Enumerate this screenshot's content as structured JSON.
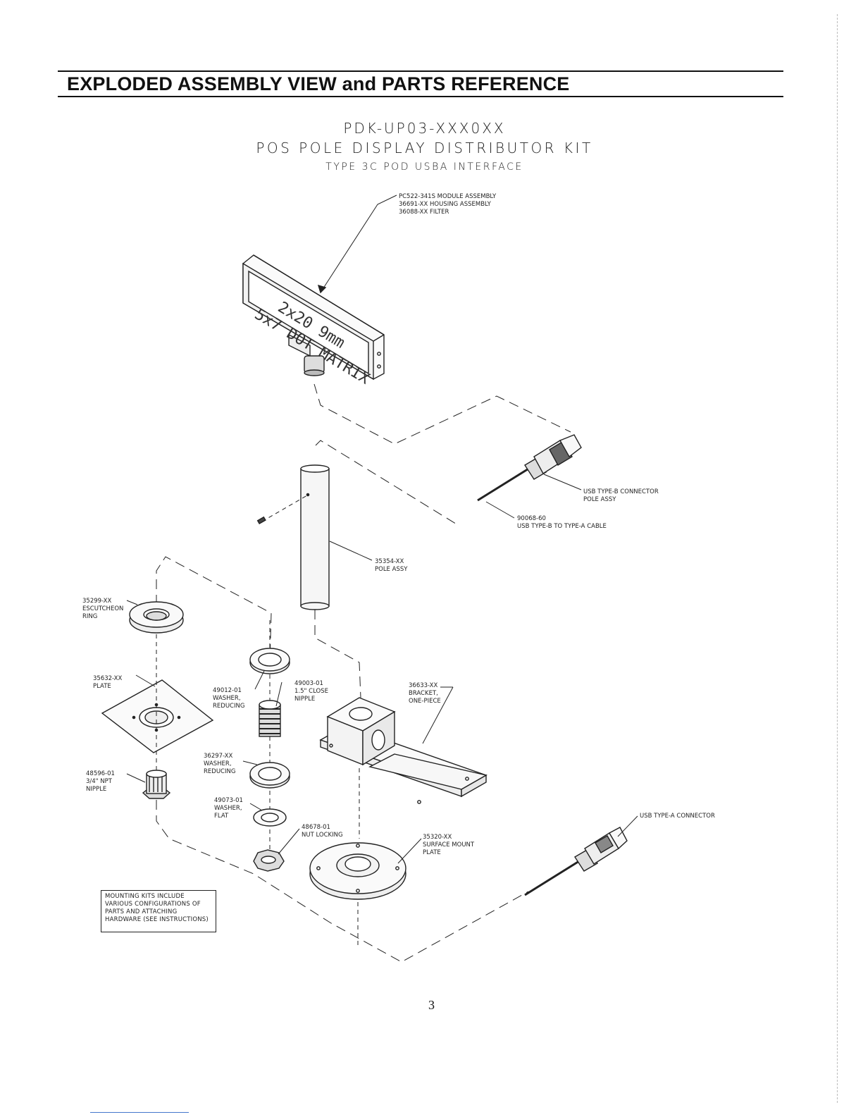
{
  "header": {
    "title": "EXPLODED ASSEMBLY VIEW and PARTS REFERENCE"
  },
  "drawing_title": {
    "part_number": "PDK-UP03-XXX0XX",
    "name": "POS POLE DISPLAY DISTRIBUTOR KIT",
    "subtitle": "TYPE 3C POD USBA INTERFACE"
  },
  "display": {
    "line1": "2x20 9mm",
    "line2": "5x7 DOT MATRIX"
  },
  "callouts": {
    "module": {
      "line1": "PC522-341S MODULE ASSEMBLY",
      "line2": "36691-XX HOUSING ASSEMBLY",
      "line3": "36088-XX FILTER"
    },
    "usb_b": {
      "line1": "USB TYPE-B CONNECTOR",
      "line2": "POLE ASSY"
    },
    "cable": {
      "line1": "90068-60",
      "line2": "USB TYPE-B TO TYPE-A CABLE"
    },
    "pole": {
      "line1": "35354-XX",
      "line2": "POLE ASSY"
    },
    "escutcheon": {
      "line1": "35299-XX",
      "line2": "ESCUTCHEON",
      "line3": "RING"
    },
    "plate": {
      "line1": "35632-XX",
      "line2": "PLATE"
    },
    "washer_reducing_a": {
      "line1": "49012-01",
      "line2": "WASHER,",
      "line3": "REDUCING"
    },
    "close_nipple": {
      "line1": "49003-01",
      "line2": "1.5\" CLOSE",
      "line3": "NIPPLE"
    },
    "bracket": {
      "line1": "36633-XX",
      "line2": "BRACKET,",
      "line3": "ONE-PIECE"
    },
    "washer_reducing_b": {
      "line1": "36297-XX",
      "line2": "WASHER,",
      "line3": "REDUCING"
    },
    "npt_nipple": {
      "line1": "48596-01",
      "line2": "3/4\" NPT",
      "line3": "NIPPLE"
    },
    "washer_flat": {
      "line1": "49073-01",
      "line2": "WASHER,",
      "line3": "FLAT"
    },
    "nut": {
      "line1": "48678-01",
      "line2": "NUT LOCKING"
    },
    "surface_plate": {
      "line1": "35320-XX",
      "line2": "SURFACE MOUNT",
      "line3": "PLATE"
    },
    "usb_a": {
      "line1": "USB TYPE-A CONNECTOR"
    }
  },
  "note": {
    "line1": "MOUNTING KITS INCLUDE",
    "line2": "VARIOUS CONFIGURATIONS OF",
    "line3": "PARTS AND ATTACHING",
    "line4": "HARDWARE (SEE INSTRUCTIONS)"
  },
  "page_number": "3"
}
